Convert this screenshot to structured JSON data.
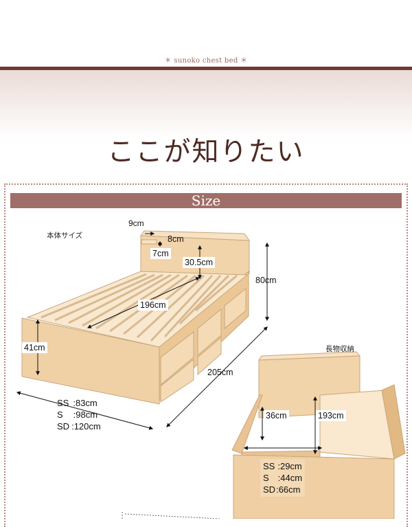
{
  "header": {
    "brand_line": "＊ sunoko chest bed ＊",
    "title": "ここが知りたい"
  },
  "section": {
    "title": "Size"
  },
  "bed_main": {
    "caption": "本体サイズ",
    "dims": {
      "shelf_top": "9cm",
      "shelf_depth": "8cm",
      "shelf_inner": "7cm",
      "headboard_upper": "30.5cm",
      "total_height": "80cm",
      "slat_length": "196cm",
      "side_height": "41cm",
      "total_length": "205cm"
    },
    "widths": [
      {
        "label": "SS",
        "sep": ":",
        "value": "83cm"
      },
      {
        "label": "S",
        "sep": ":",
        "value": "98cm"
      },
      {
        "label": "SD",
        "sep": ":",
        "value": "120cm"
      }
    ]
  },
  "bed_storage": {
    "caption": "長物収納",
    "dims": {
      "inner_depth": "36cm",
      "inner_length": "193cm"
    },
    "widths": [
      {
        "label": "SS",
        "sep": ":",
        "value": "29cm"
      },
      {
        "label": "S",
        "sep": ":",
        "value": "44cm"
      },
      {
        "label": "SD",
        "sep": ":",
        "value": "66cm"
      }
    ]
  },
  "colors": {
    "accent": "#6d3b31",
    "section_bar": "#a06e68",
    "wood": "#efcfa3"
  }
}
